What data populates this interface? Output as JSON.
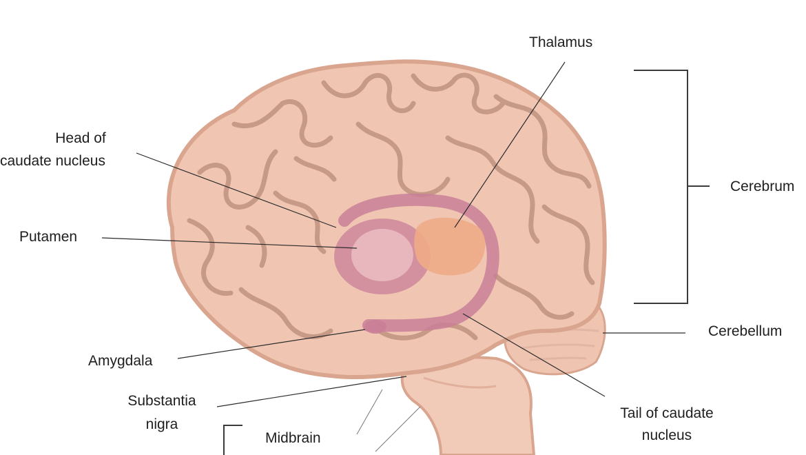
{
  "labels": {
    "thalamus": "Thalamus",
    "head_caudate_line1": "Head of",
    "head_caudate_line2": "caudate nucleus",
    "putamen": "Putamen",
    "cerebrum": "Cerebrum",
    "cerebellum": "Cerebellum",
    "amygdala": "Amygdala",
    "substantia_line1": "Substantia",
    "substantia_line2": "nigra",
    "midbrain": "Midbrain",
    "tail_caudate_line1": "Tail of caudate",
    "tail_caudate_line2": "nucleus"
  },
  "colors": {
    "brain_fill": "#f0c6b2",
    "brain_outline": "#d9a58f",
    "caudate": "#c97f98",
    "putamen": "#e8b9bf",
    "thalamus": "#eeab86",
    "cerebellum": "#efc4b0",
    "brainstem": "#f2cab8"
  }
}
